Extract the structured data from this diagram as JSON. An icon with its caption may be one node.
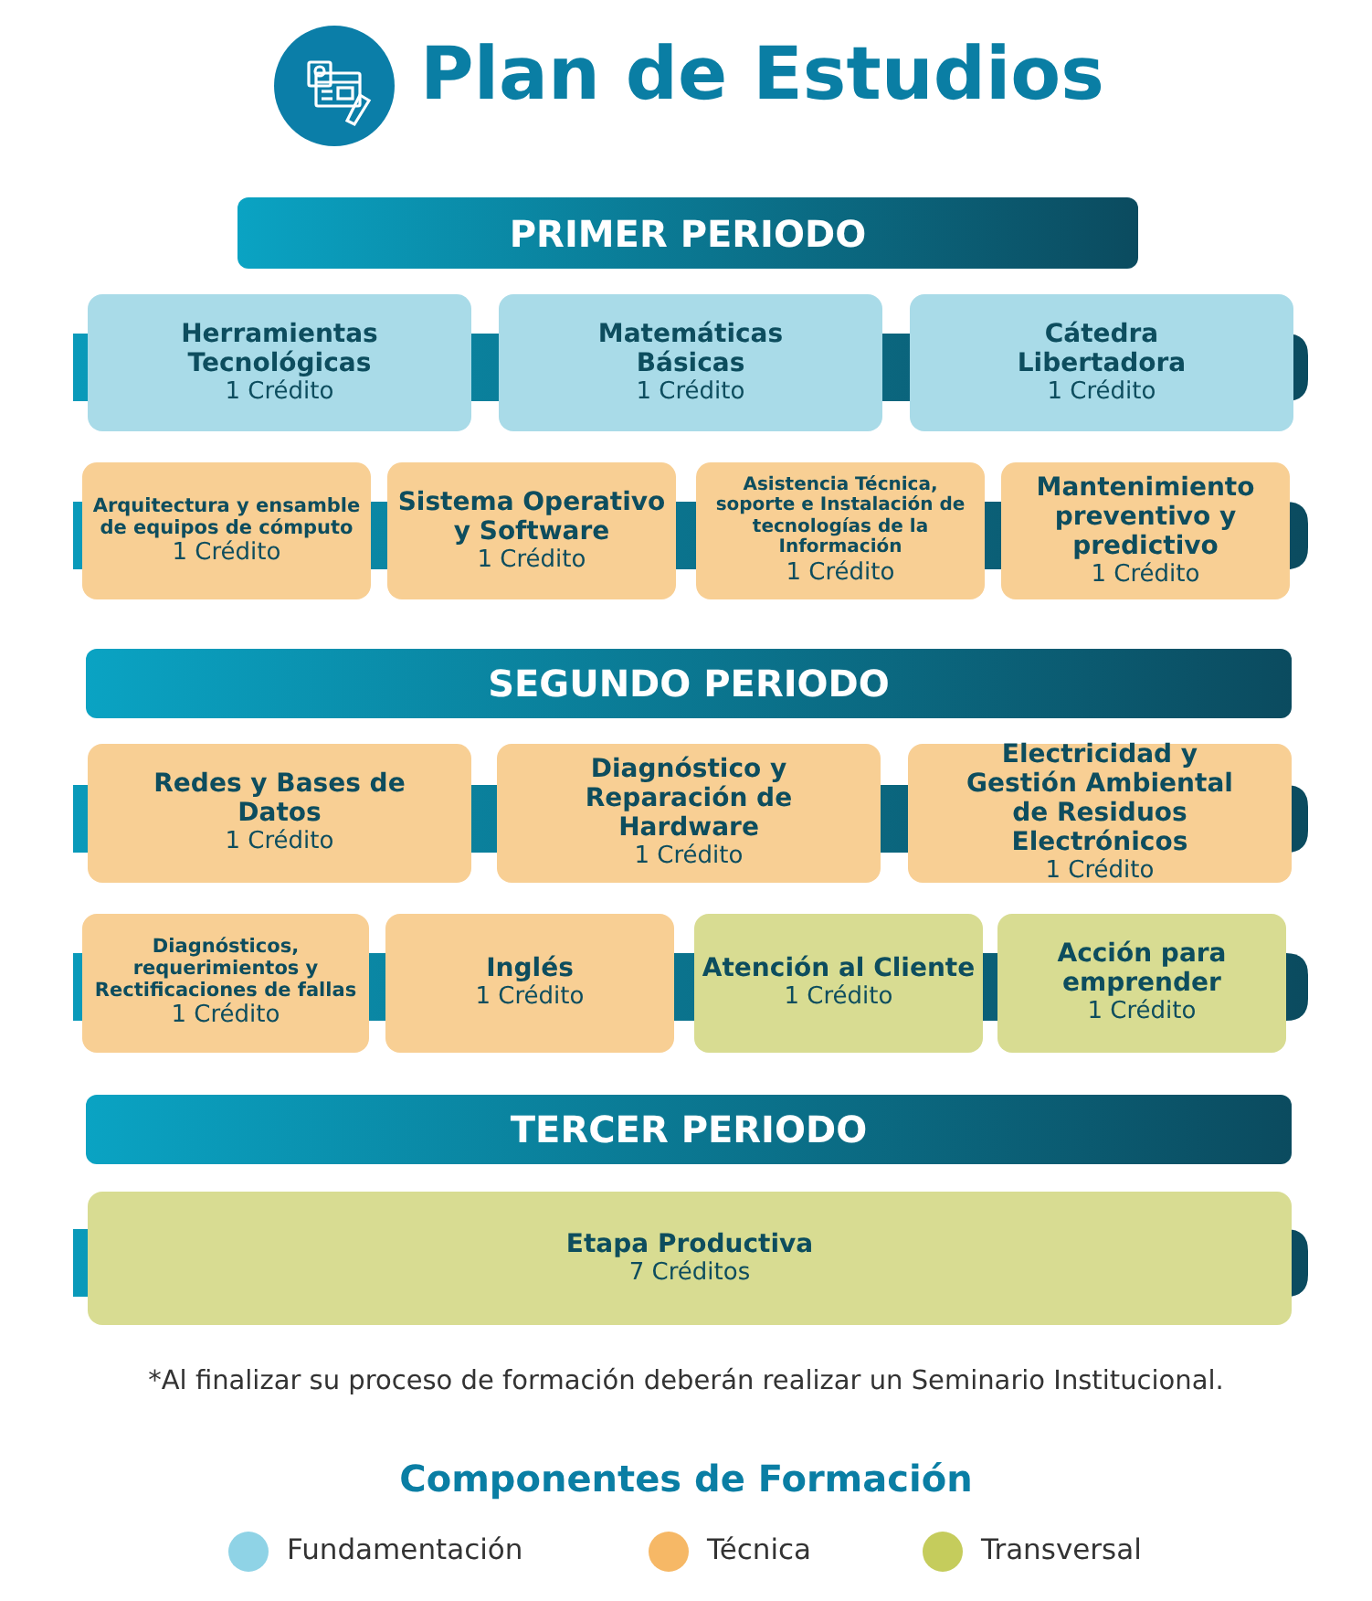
{
  "diagram": {
    "title": "Plan de Estudios",
    "caption": "*Al finalizar su proceso de formación deberán realizar un Seminario Institucional.",
    "nodes": [
      {
        "text": [
          "PRIMER PERIODO"
        ]
      },
      {
        "text": [
          "Herramientas Tecnológicas",
          "1 Crédito"
        ]
      },
      {
        "text": [
          "Matemáticas Básicas",
          "1 Crédito"
        ]
      },
      {
        "text": [
          "Cátedra Libertadora",
          "1 Crédito"
        ]
      },
      {
        "text": [
          "Arquitectura y ensamble de equipos de cómputo",
          "1 Crédito"
        ]
      },
      {
        "text": [
          "Sistema Operativo y Software",
          "1 Crédito"
        ]
      },
      {
        "text": [
          "Asistencia Técnica, soporte e Instalación de tecnologías de la Información",
          "1 Crédito"
        ]
      },
      {
        "text": [
          "Mantenimiento preventivo y predictivo",
          "1 Crédito"
        ]
      },
      {
        "text": [
          "SEGUNDO PERIODO"
        ]
      },
      {
        "text": [
          "Redes y Bases de Datos",
          "1 Crédito"
        ]
      },
      {
        "text": [
          "Diagnóstico y Reparación de Hardware",
          "1 Crédito"
        ]
      },
      {
        "text": [
          "Electricidad y Gestión Ambiental de Residuos Electrónicos",
          "1 Crédito"
        ]
      },
      {
        "text": [
          "Diagnósticos, requerimientos y Rectificaciones de fallas",
          "1 Crédito"
        ]
      },
      {
        "text": [
          "Inglés",
          "1 Crédito"
        ]
      },
      {
        "text": [
          "Atención al Cliente",
          "1 Crédito"
        ]
      },
      {
        "text": [
          "Acción para emprender",
          "1 Crédito"
        ]
      },
      {
        "text": [
          "TERCER PERIODO"
        ]
      },
      {
        "text": [
          "Etapa Productiva",
          "7 Créditos"
        ]
      }
    ],
    "edges": [
      {
        "from": null,
        "to": 1,
        "arrow": "none"
      },
      {
        "from": 1,
        "to": 2,
        "arrow": "none"
      },
      {
        "from": 2,
        "to": 3,
        "arrow": "none"
      },
      {
        "from": 3,
        "to": null,
        "arrow": "none"
      },
      {
        "from": null,
        "to": 4,
        "arrow": "none"
      },
      {
        "from": 4,
        "to": 5,
        "arrow": "none"
      },
      {
        "from": 5,
        "to": 6,
        "arrow": "none"
      },
      {
        "from": 6,
        "to": 7,
        "arrow": "none"
      },
      {
        "from": 7,
        "to": null,
        "arrow": "none"
      },
      {
        "from": null,
        "to": 9,
        "arrow": "none"
      },
      {
        "from": 9,
        "to": 10,
        "arrow": "none"
      },
      {
        "from": 10,
        "to": 11,
        "arrow": "none"
      },
      {
        "from": 11,
        "to": null,
        "arrow": "none"
      },
      {
        "from": null,
        "to": 12,
        "arrow": "none"
      },
      {
        "from": 12,
        "to": 13,
        "arrow": "none"
      },
      {
        "from": 13,
        "to": 14,
        "arrow": "none"
      },
      {
        "from": 14,
        "to": 15,
        "arrow": "none"
      },
      {
        "from": 15,
        "to": null,
        "arrow": "none"
      },
      {
        "from": null,
        "to": 17,
        "arrow": "none"
      },
      {
        "from": 17,
        "to": null,
        "arrow": "none"
      }
    ],
    "labels": [
      "Componentes de Formación"
    ],
    "legend": [
      {
        "text": "Fundamentación",
        "color": "#8fd3e6"
      },
      {
        "text": "Técnica",
        "color": "#f6b866"
      },
      {
        "text": "Transversal",
        "color": "#c5cc5c"
      }
    ]
  }
}
